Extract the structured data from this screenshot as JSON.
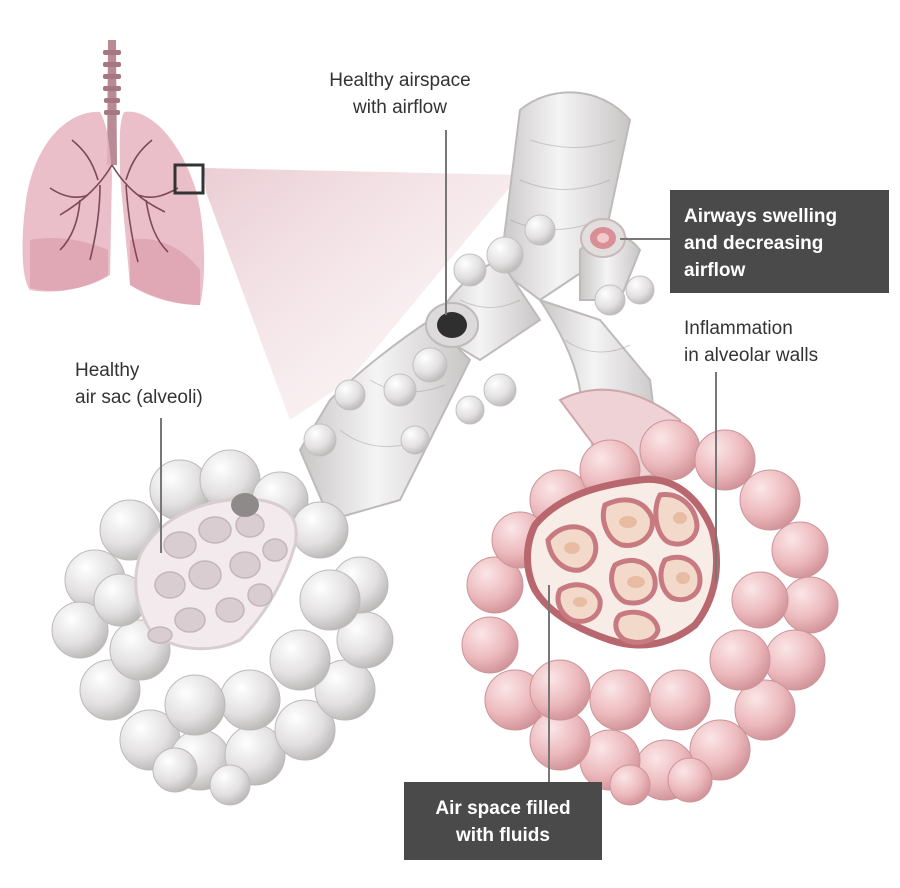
{
  "labels": {
    "healthy_airspace": [
      "Healthy airspace",
      "with airflow"
    ],
    "airways_swelling": [
      "Airways swelling",
      "and decreasing",
      "airflow"
    ],
    "inflammation": [
      "Inflammation",
      "in alveolar walls"
    ],
    "healthy_air_sac": [
      "Healthy",
      "air sac (alveoli)"
    ],
    "fluid_space": [
      "Air space filled",
      "with fluids"
    ]
  },
  "colors": {
    "healthy_tissue": "#e7e5e5",
    "inflamed_tissue": "#eab8bc",
    "lung_icon": "#d69aa6",
    "callout_box": "#4a4a4a",
    "callout_text": "#ffffff",
    "label_text": "#333333"
  },
  "icons": {
    "lungs": "lungs-icon",
    "zoom_marker": "magnify-square-icon"
  }
}
